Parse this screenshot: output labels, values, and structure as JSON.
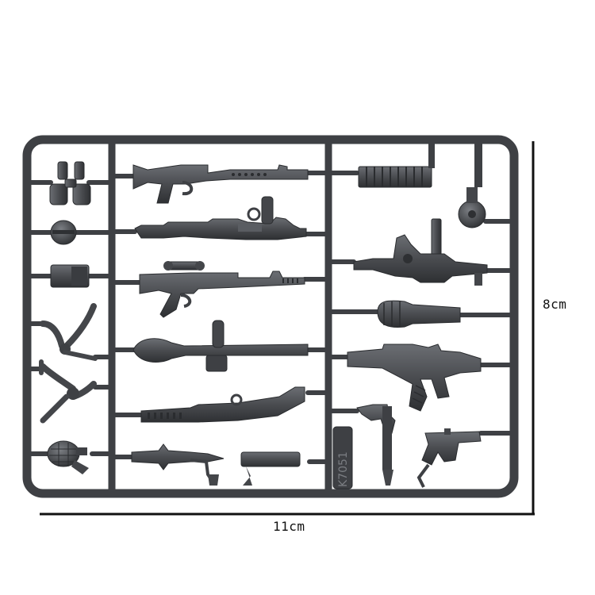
{
  "product": {
    "code": "K7051"
  },
  "dimensions": {
    "height_label": "8cm",
    "width_label": "11cm"
  },
  "colors": {
    "plastic": "#4a4c50",
    "plastic_dark": "#2e3033",
    "plastic_light": "#8a8d92",
    "dimension_line": "#111111",
    "background": "#ffffff"
  },
  "parts": [
    {
      "name": "binoculars",
      "icon": "binoculars-icon"
    },
    {
      "name": "mine",
      "icon": "mine-icon"
    },
    {
      "name": "ammo-pouch",
      "icon": "pouch-icon"
    },
    {
      "name": "bipod",
      "icon": "bipod-icon"
    },
    {
      "name": "bipod",
      "icon": "bipod-icon"
    },
    {
      "name": "grenade",
      "icon": "grenade-icon"
    },
    {
      "name": "machine-gun",
      "icon": "machine-gun-icon"
    },
    {
      "name": "machine-gun",
      "icon": "machine-gun-icon"
    },
    {
      "name": "sniper-rifle",
      "icon": "sniper-rifle-icon"
    },
    {
      "name": "rocket-launcher",
      "icon": "rocket-launcher-icon"
    },
    {
      "name": "shotgun",
      "icon": "shotgun-icon"
    },
    {
      "name": "knife",
      "icon": "knife-icon"
    },
    {
      "name": "magazine",
      "icon": "magazine-icon"
    },
    {
      "name": "ammo-belt",
      "icon": "ammo-belt-icon"
    },
    {
      "name": "drum-magazine",
      "icon": "drum-magazine-icon"
    },
    {
      "name": "light-machine-gun",
      "icon": "lmg-icon"
    },
    {
      "name": "rifle-grenade",
      "icon": "rifle-grenade-icon"
    },
    {
      "name": "assault-rifle",
      "icon": "assault-rifle-icon"
    },
    {
      "name": "pistol",
      "icon": "pistol-icon"
    },
    {
      "name": "broomhandle-pistol",
      "icon": "pistol-icon"
    }
  ]
}
